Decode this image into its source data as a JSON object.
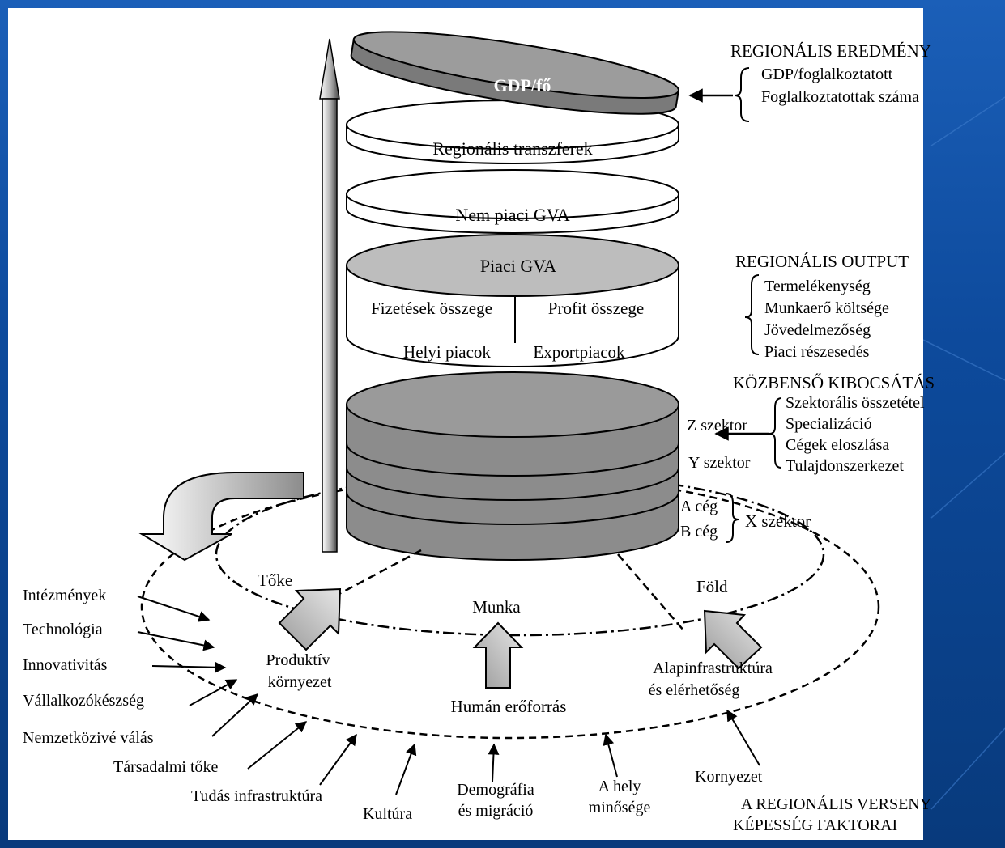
{
  "gdp_label": "GDP/fő",
  "disc_regional_transfers": "Regionális transzferek",
  "disc_non_market_gva": "Nem piaci GVA",
  "cyl_market_gva": "Piaci GVA",
  "wage_sum": "Fizetések összege",
  "profit_sum": "Profit összege",
  "local_markets": "Helyi piacok",
  "export_markets": "Exportpiacok",
  "sector_z": "Z szektor",
  "sector_y": "Y szektor",
  "firm_a": "A cég",
  "firm_b": "B cég",
  "sector_x": "X szektor",
  "right_blocks": {
    "result_title": "REGIONÁLIS EREDMÉNY",
    "result_items": [
      "GDP/foglalkoztatott",
      "Foglalkoztatottak száma"
    ],
    "output_title": "REGIONÁLIS OUTPUT",
    "output_items": [
      "Termelékenység",
      "Munkaerő költsége",
      "Jövedelmezőség",
      "Piaci részesedés"
    ],
    "intermediate_title": "KÖZBENSŐ KIBOCSÁTÁS",
    "intermediate_items": [
      "Szektorális összetétel",
      "Specializáció",
      "Cégek eloszlása",
      "Tulajdonszerkezet"
    ]
  },
  "factors": {
    "capital": "Tőke",
    "labour": "Munka",
    "land": "Föld",
    "productive_env_1": "Produktív",
    "productive_env_2": "környezet",
    "human_resources": "Humán erőforrás",
    "infra_1": "Alapinfrastruktúra",
    "infra_2": "és elérhetőség"
  },
  "left_factors": [
    "Intézmények",
    "Technológia",
    "Innovativitás",
    "Vállalkozókészség",
    "Nemzetközivé válás",
    "Társadalmi tőke",
    "Tudás infrastruktúra"
  ],
  "bottom_factors": {
    "culture": "Kultúra",
    "demography_1": "Demográfia",
    "demography_2": "és migráció",
    "place_1": "A hely",
    "place_2": "minősége",
    "environment": "Kornyezet"
  },
  "caption_1": "A REGIONÁLIS VERSENY",
  "caption_2": "KÉPESSÉG FAKTORAI"
}
